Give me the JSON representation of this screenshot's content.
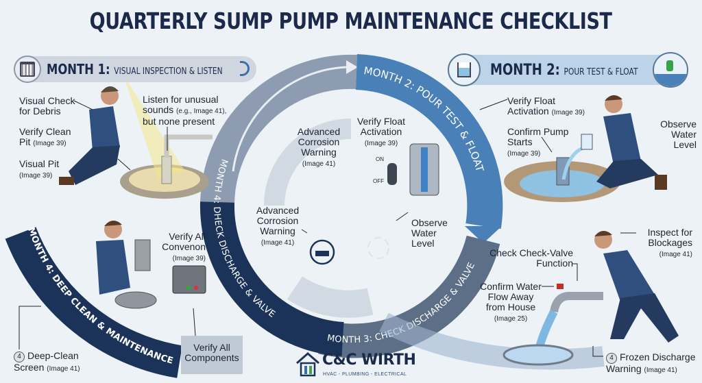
{
  "title": "QUARTERLY SUMP PUMP MAINTENANCE CHECKLIST",
  "colors": {
    "navy": "#1b3358",
    "blue": "#4a80b8",
    "gray": "#8d9cb0",
    "slate": "#5c6f86",
    "light_gray": "#c9d2dd",
    "background": "#edf2f7"
  },
  "month1": {
    "header_month": "MONTH 1:",
    "header_task": "VISUAL INSPECTION & LISTEN",
    "icons": [
      "calendar-icon",
      "ear-icon"
    ],
    "labels": {
      "visual_check": "Visual Check\nfor Debris",
      "verify_clean_pit": "Verify Clean\nPit",
      "verify_clean_pit_ref": "(Image 39)",
      "visual_pit": "Visual Pit",
      "visual_pit_ref": "(Image 39)",
      "listen": "Listen for unusual\nsounds",
      "listen_ref": "(e.g., Image 41),",
      "listen_end": "but none present"
    }
  },
  "month2": {
    "header_month": "MONTH 2:",
    "header_task": "POUR TEST & FLOAT",
    "icons": [
      "pitcher-icon",
      "float-switch-icon"
    ],
    "arc_label": "MONTH 2: POUR TEST & FLOAT",
    "labels": {
      "verify_float": "Verify Float\nActivation",
      "verify_float_ref": "(Image 39)",
      "confirm_pump": "Confirm Pump\nStarts",
      "confirm_pump_ref": "(Image 39)",
      "observe": "Observe\nWater\nLevel"
    }
  },
  "month3": {
    "arc_label": "MONTH 3: CHECK DISCHARGE & VALVE",
    "labels": {
      "inspect": "Inspect for\nBlockages",
      "inspect_ref": "(Image 41)",
      "check_valve": "Check Check-Valve\nFunction",
      "confirm_flow": "Confirm Water\nFlow Away\nfrom House",
      "confirm_flow_ref": "(Image 25)",
      "frozen_num": "4",
      "frozen": "Frozen Discharge\nWarning",
      "frozen_ref": "(Image 41)"
    }
  },
  "month4": {
    "arc_label_outer": "MONTH 4: DEEP CLEAN & MAINTENANCE",
    "arc_label_inner": "MONTH 4: DHECK DISCHARGE & VALVE",
    "labels": {
      "verify_convenon": "Verify All\nConvenon",
      "verify_convenon_ref": "(Image 39)",
      "verify_components": "Verify All\nComponents",
      "deep_clean_num": "4",
      "deep_clean": "Deep-Clean\nScreen",
      "deep_clean_ref": "(Image 41)"
    }
  },
  "center": {
    "corrosion_top": "Advanced\nCorrosion\nWarning",
    "corrosion_top_ref": "(Image 41)",
    "float": "Verify Float\nActivation",
    "float_ref": "(Image 39)",
    "float_on": "ON",
    "float_off": "OFF",
    "corrosion_mid": "Advanced\nCorrosion\nWarning",
    "corrosion_mid_ref": "(Image 41)",
    "observe": "Observe\nWater\nLevel"
  },
  "logo": {
    "name": "C&C WIRTH",
    "tagline": "HVAC - PLUMBING - ELECTRICAL"
  }
}
